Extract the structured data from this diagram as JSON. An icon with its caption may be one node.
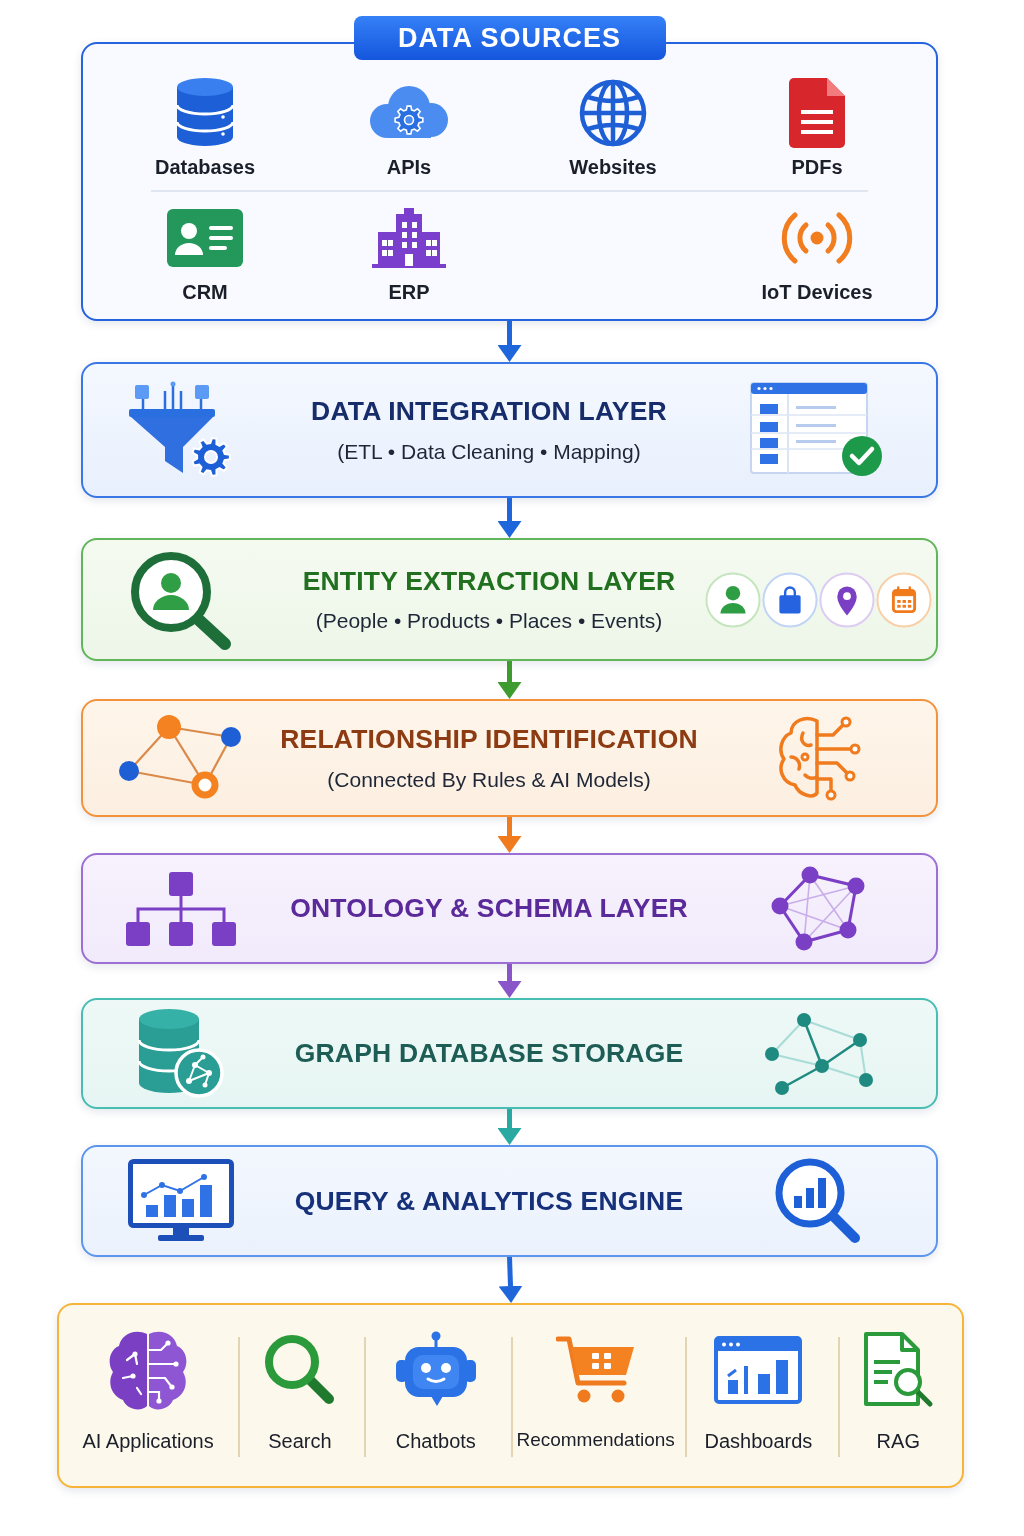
{
  "diagram": {
    "nodes": [
      {
        "text": [
          "DATA SOURCES"
        ]
      },
      {
        "text": [
          "DATA INTEGRATION LAYER",
          "(ETL • Data Cleaning • Mapping)"
        ]
      },
      {
        "text": [
          "ENTITY EXTRACTION LAYER",
          "(People • Products • Places • Events)"
        ]
      },
      {
        "text": [
          "RELATIONSHIP IDENTIFICATION",
          "(Connected By Rules & AI Models)"
        ]
      },
      {
        "text": [
          "ONTOLOGY & SCHEMA LAYER"
        ]
      },
      {
        "text": [
          "GRAPH DATABASE STORAGE"
        ]
      },
      {
        "text": [
          "QUERY & ANALYTICS ENGINE"
        ]
      },
      {
        "text": [],
        "shape": "box"
      }
    ],
    "edges": [
      {
        "from": 0,
        "to": 1,
        "arrow": "to"
      },
      {
        "from": 1,
        "to": 2,
        "arrow": "to"
      },
      {
        "from": 2,
        "to": 3,
        "arrow": "to",
        "color": "#3f9b2f"
      },
      {
        "from": 3,
        "to": 4,
        "arrow": "to",
        "color": "#f07b1e"
      },
      {
        "from": 4,
        "to": 5,
        "arrow": "to",
        "color": "#8a55c8"
      },
      {
        "from": 5,
        "to": 6,
        "arrow": "to",
        "color": "#2aa9a3"
      },
      {
        "from": 6,
        "to": 7,
        "arrow": "to"
      }
    ],
    "labels": [
      "Databases",
      "APIs",
      "Websites",
      "PDFs",
      "CRM",
      "ERP",
      "IoT Devices",
      "AI Applications",
      "Search",
      "Chatbots",
      "Recommendations",
      "Dashboards",
      "RAG"
    ]
  }
}
